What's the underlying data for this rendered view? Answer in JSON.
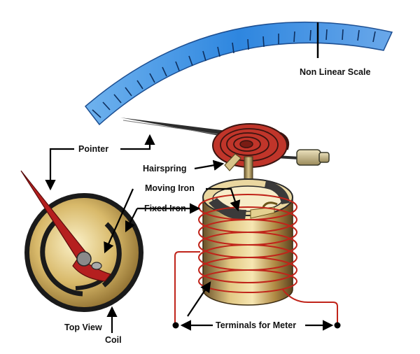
{
  "labels": {
    "scale": "Non Linear Scale",
    "pointer": "Pointer",
    "hairspring": "Hairspring",
    "moving_iron": "Moving Iron",
    "fixed_iron": "Fixed Iron",
    "top_view": "Top View",
    "coil": "Coil",
    "terminals": "Terminals for Meter"
  },
  "colors": {
    "scale": "#3f8fe0",
    "pointer": "#b51f1f",
    "coil_wire": "#c0241a",
    "brass": "#c9a85a",
    "dark_iron": "#3a3a3a"
  }
}
